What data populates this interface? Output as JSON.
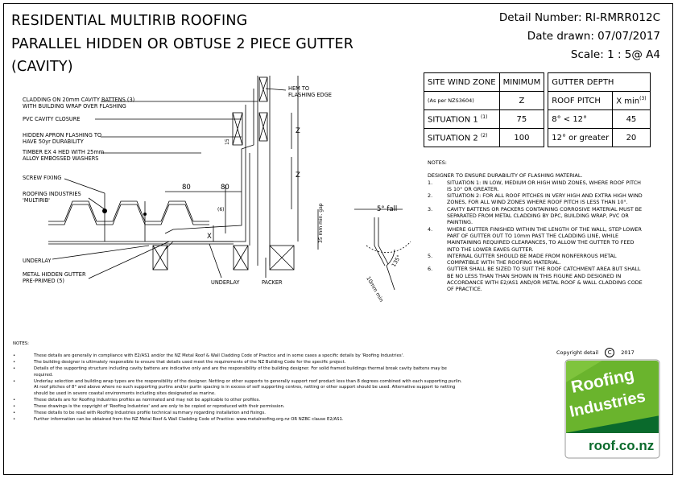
{
  "title": {
    "line1": "RESIDENTIAL MULTIRIB ROOFING",
    "line2": "PARALLEL HIDDEN OR OBTUSE 2 PIECE GUTTER",
    "line3": "(CAVITY)"
  },
  "header": {
    "detail_number": "Detail Number:  RI-RMRR012C",
    "date_drawn": "Date drawn:  07/07/2017",
    "scale": "Scale:   1 : 5@ A4"
  },
  "table": {
    "col1": "SITE WIND ZONE",
    "col1_sub": "(As per NZS3604)",
    "col2": "MINIMUM",
    "col2_sub": "Z",
    "col3": "GUTTER DEPTH",
    "col3_sub1": "ROOF PITCH",
    "col3_sub2": "X min",
    "col3_sup": "(3)",
    "rows": [
      {
        "zone": "SITUATION 1",
        "note": "(1)",
        "min": "75",
        "pitch": "8° < 12°",
        "x": "45"
      },
      {
        "zone": "SITUATION 2",
        "note": "(2)",
        "min": "100",
        "pitch": "12° or greater",
        "x": "20"
      }
    ]
  },
  "notes_right": {
    "heading": "NOTES:",
    "intro": "DESIGNER TO ENSURE DURABILITY OF FLASHING MATERIAL.",
    "items": [
      {
        "num": "1.",
        "text": "SITUATION 1: IN LOW, MEDIUM OR HIGH WIND ZONES, WHERE ROOF PITCH IS 10° OR GREATER."
      },
      {
        "num": "2.",
        "text": "SITUATION 2: FOR ALL ROOF PITCHES IN VERY HIGH AND EXTRA HIGH WIND ZONES, FOR ALL WIND ZONES WHERE ROOF PITCH IS LESS THAN 10°."
      },
      {
        "num": "3.",
        "text": "CAVITY BATTENS OR PACKERS CONTAINING CORROSIVE MATERIAL MUST BE SEPARATED FROM METAL CLADDING BY DPC, BUILDING WRAP, PVC OR PAINTING."
      },
      {
        "num": "4.",
        "text": "WHERE GUTTER FINISHED WITHIN THE LENGTH OF THE WALL, STEP LOWER PART OF GUTTER OUT TO 10mm PAST THE CLADDING LINE, WHILE MAINTAINING REQUIRED CLEARANCES, TO ALLOW THE GUTTER TO FEED INTO THE LOWER EAVES GUTTER."
      },
      {
        "num": "5.",
        "text": "INTERNAL GUTTER SHOULD BE MADE FROM NONFERROUS METAL COMPATIBLE WITH THE ROOFING MATERIAL."
      },
      {
        "num": "6.",
        "text": "GUTTER SHALL BE SIZED TO SUIT THE ROOF CATCHMENT AREA BUT SHALL BE NO LESS THAN THAN SHOWN IN THIS FIGURE AND DESIGNED IN ACCORDANCE WITH E2/AS1 AND/OR METAL ROOF & WALL CLADDING CODE OF PRACTICE."
      }
    ]
  },
  "notes_bottom": {
    "heading": "NOTES:",
    "items": [
      "These details are generally in compliance with E2/AS1 and/or the NZ Metal Roof & Wall Cladding Code of Practice and in some cases a specific details by 'Roofing Industries'.",
      "The building designer is ultimately responsible to ensure that details used meet the requirements of the NZ Building Code for the specific project.",
      "Details of the supporting structure including cavity battens are indicative only and are the responsibility of the building designer. For solid framed buildings thermal break cavity battens may be required.",
      "Underlay selection and building wrap types are the responsibility of the designer. Netting or other supports to generally support roof product less than 8 degrees combined with each supporting purlin. At roof pitches of 8° and above where no such supporting purlins and/or purlin spacing is in excess of self supporting centres, netting or other support should be used. Alternative support to netting should be used in severe coastal environments including sites designated as marine.",
      "These details are for Roofing Industries profiles as nominated and may not be applicable to other profiles.",
      "These drawings is the copyright of 'Roofing Industries' and are only to be copied or reproduced with their permission.",
      "These details to be read with Roofing Industries profile technical summary regarding installation and fixings.",
      "Further information can be obtained from the NZ Metal Roof & Wall Cladding Code of Practice: www.metalroofing.org.nz OR NZBC clause E2/AS1."
    ]
  },
  "copyright": "Copyright detail",
  "copyright_year": "2017",
  "logo": {
    "line1": "Roofing",
    "line2": "Industries",
    "url": "roof.co.nz",
    "colors": {
      "green": "#6ab42d",
      "dark": "#0a6a2c"
    }
  },
  "drawing_labels": {
    "cladding": "CLADDING ON 20mm CAVITY BATTENS (3)\nWITH BUILDING WRAP OVER FLASHING",
    "pvc": "PVC CAVITY CLOSURE",
    "apron": "HIDDEN APRON FLASHING TO\nHAVE 50yr DURABILITY",
    "timber": "TIMBER EX 4 HED WITH 25mm\nALLOY EMBOSSED WASHERS",
    "screw": "SCREW FIXING",
    "ri": "ROOFING INDUSTRIES\n'MULTIRIB'",
    "underlay_left": "UNDERLAY",
    "gutter": "METAL HIDDEN GUTTER\nPRE-PRIMED (5)",
    "underlay_bottom": "UNDERLAY",
    "packer": "PACKER",
    "hem": "HEM TO\nFLASHING EDGE",
    "dim80a": "80",
    "dim80b": "80",
    "dimZ1": "Z",
    "dimZ2": "Z",
    "dim15": "15",
    "dim6": "(6)",
    "dimX": "X",
    "dim35": "35 mm\nmin. gap",
    "fall": "5° fall",
    "ten_min": "10mm min",
    "angle": "135°"
  }
}
